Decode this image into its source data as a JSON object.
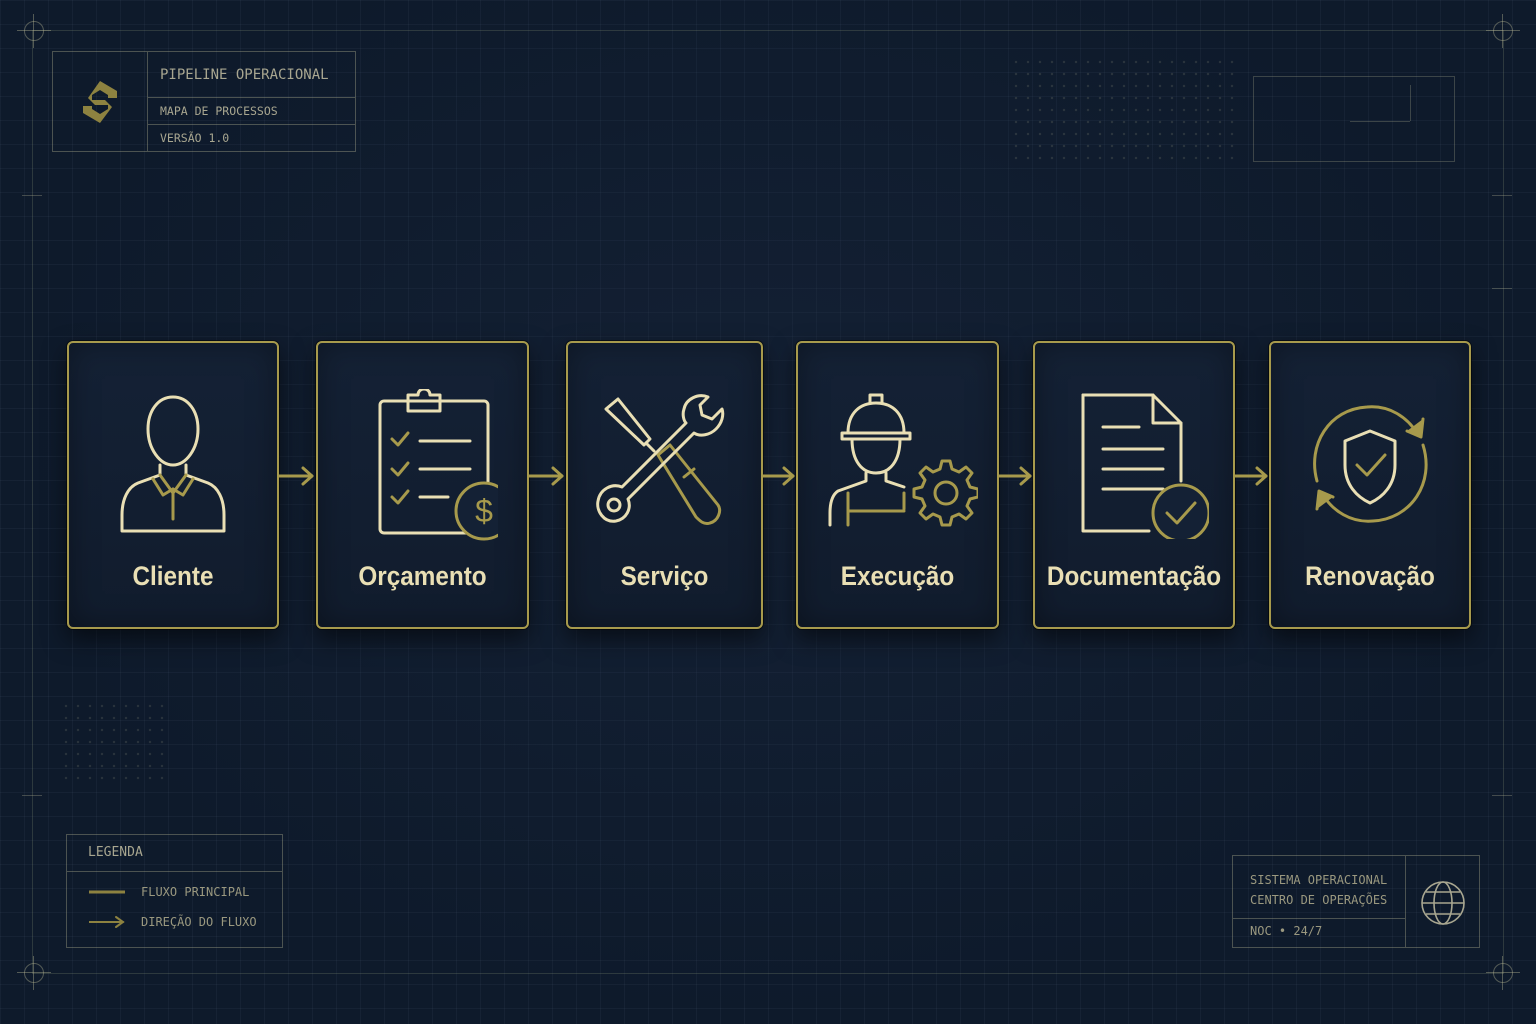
{
  "header": {
    "title": "PIPELINE OPERACIONAL",
    "subtitle": "MAPA DE PROCESSOS",
    "version": "VERSÃO 1.0",
    "logo_icon": "hexagon-arrows-logo-icon"
  },
  "pipeline": {
    "steps": [
      {
        "label": "Cliente",
        "icon": "person-icon"
      },
      {
        "label": "Orçamento",
        "icon": "clipboard-dollar-icon"
      },
      {
        "label": "Serviço",
        "icon": "wrench-screwdriver-icon"
      },
      {
        "label": "Execução",
        "icon": "worker-gear-icon"
      },
      {
        "label": "Documentação",
        "icon": "document-check-icon"
      },
      {
        "label": "Renovação",
        "icon": "shield-refresh-icon"
      }
    ]
  },
  "legend": {
    "title": "LEGENDA",
    "items": [
      {
        "label": "FLUXO PRINCIPAL",
        "icon": "line-icon"
      },
      {
        "label": "DIREÇÃO DO FLUXO",
        "icon": "arrow-right-icon"
      }
    ]
  },
  "system": {
    "line1": "SISTEMA OPERACIONAL",
    "line2": "CENTRO DE OPERAÇÕES",
    "status": "NOC • 24/7",
    "icon": "globe-icon"
  },
  "colors": {
    "background": "#0e1a2b",
    "accent_gold": "#a79a4c",
    "icon_cream": "#e9dfb4",
    "text_muted": "#a8a690"
  }
}
